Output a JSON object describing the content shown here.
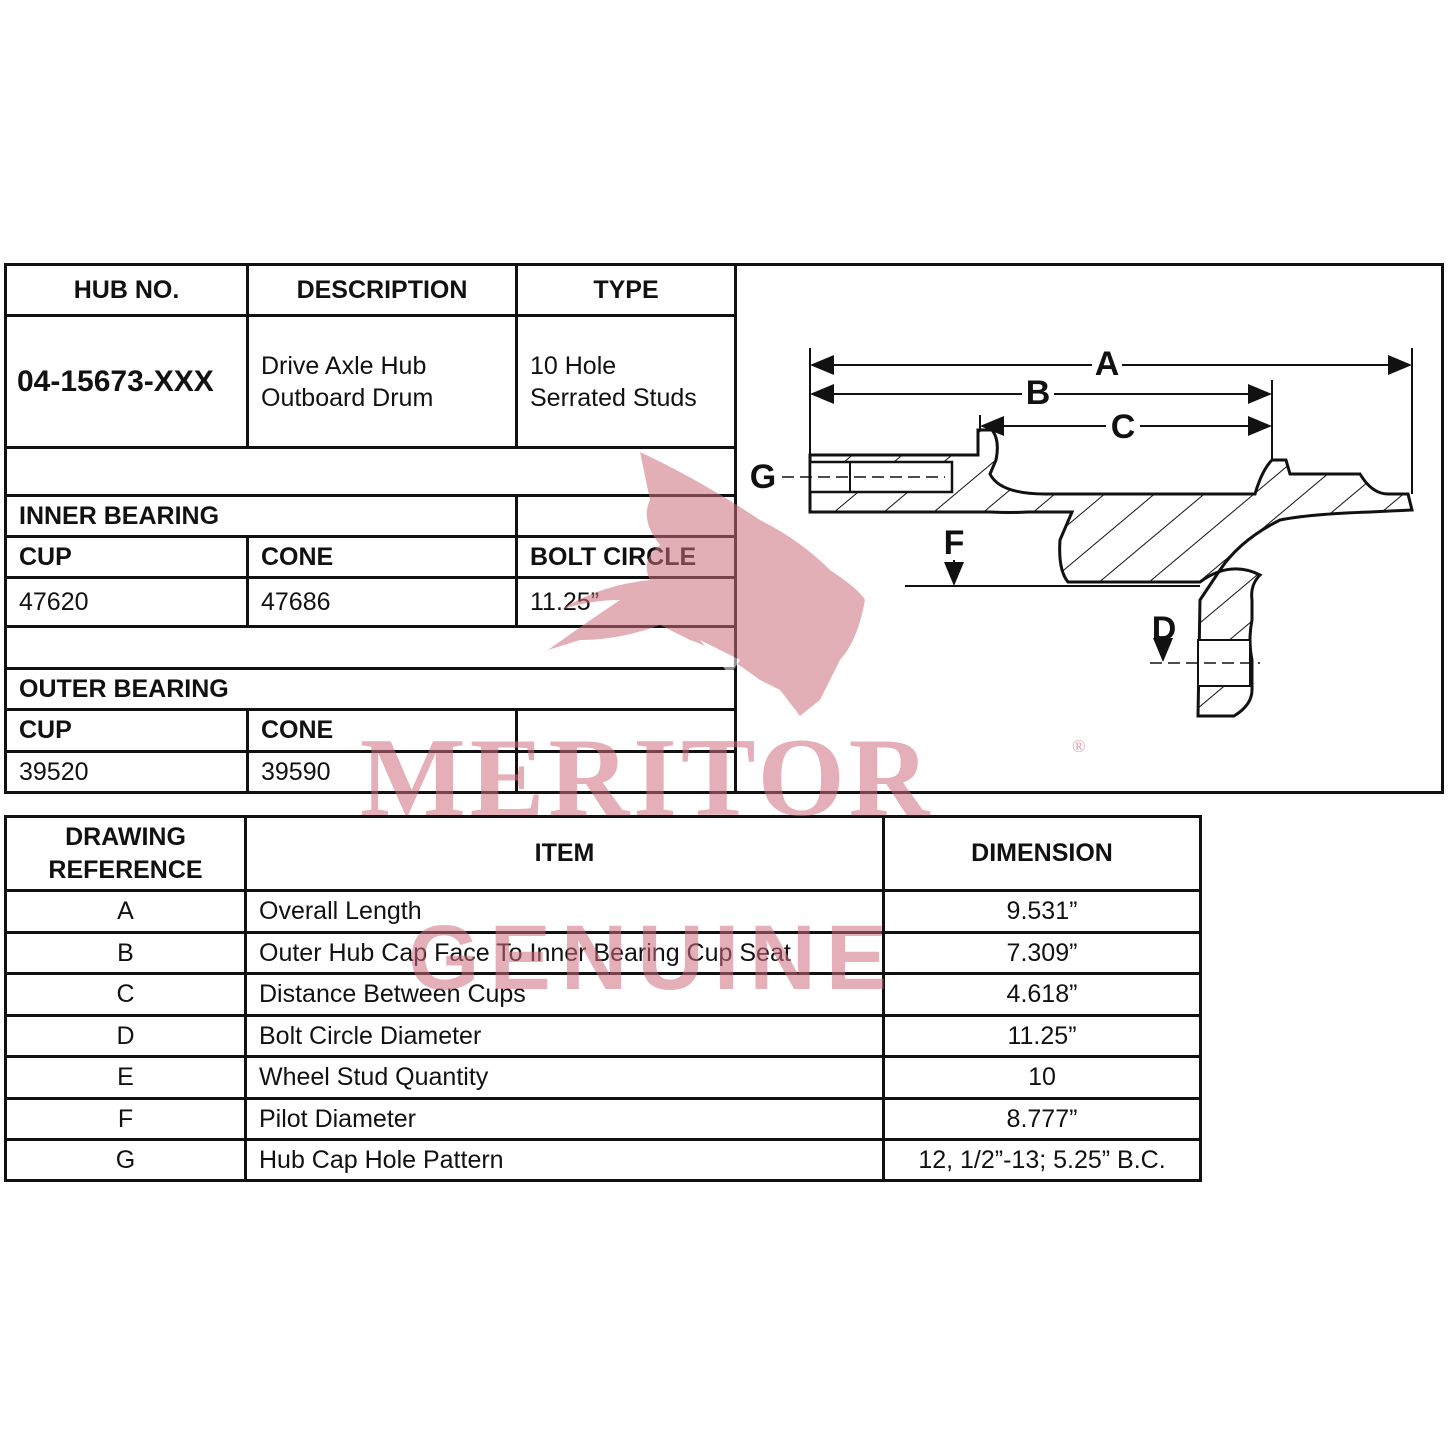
{
  "spec_table": {
    "headers": {
      "hub_no": "HUB NO.",
      "description": "DESCRIPTION",
      "type": "TYPE"
    },
    "hub_no": "04-15673-XXX",
    "description_line1": "Drive Axle Hub",
    "description_line2": "Outboard Drum",
    "type_line1": "10 Hole",
    "type_line2": "Serrated Studs",
    "inner_bearing": {
      "title": "INNER BEARING",
      "cup_label": "CUP",
      "cone_label": "CONE",
      "bolt_circle_label": "BOLT CIRCLE",
      "cup": "47620",
      "cone": "47686",
      "bolt_circle": "11.25”"
    },
    "outer_bearing": {
      "title": "OUTER BEARING",
      "cup_label": "CUP",
      "cone_label": "CONE",
      "cup": "39520",
      "cone": "39590"
    }
  },
  "drawing_labels": {
    "a": "A",
    "b": "B",
    "c": "C",
    "d": "D",
    "f": "F",
    "g": "G"
  },
  "dimension_table": {
    "headers": {
      "ref_line1": "DRAWING",
      "ref_line2": "REFERENCE",
      "item": "ITEM",
      "dimension": "DIMENSION"
    },
    "rows": [
      {
        "ref": "A",
        "item": "Overall Length",
        "dimension": "9.531”"
      },
      {
        "ref": "B",
        "item": "Outer Hub Cap Face To Inner Bearing Cup Seat",
        "dimension": "7.309”"
      },
      {
        "ref": "C",
        "item": "Distance Between Cups",
        "dimension": "4.618”"
      },
      {
        "ref": "D",
        "item": "Bolt Circle Diameter",
        "dimension": "11.25”"
      },
      {
        "ref": "E",
        "item": "Wheel Stud Quantity",
        "dimension": "10"
      },
      {
        "ref": "F",
        "item": "Pilot Diameter",
        "dimension": "8.777”"
      },
      {
        "ref": "G",
        "item": "Hub Cap Hole Pattern",
        "dimension": "12, 1/2”-13; 5.25” B.C."
      }
    ]
  },
  "watermark": {
    "brand": "MERITOR",
    "tagline": "GENUINE",
    "registered": "®",
    "color": "#cd6e7d"
  }
}
